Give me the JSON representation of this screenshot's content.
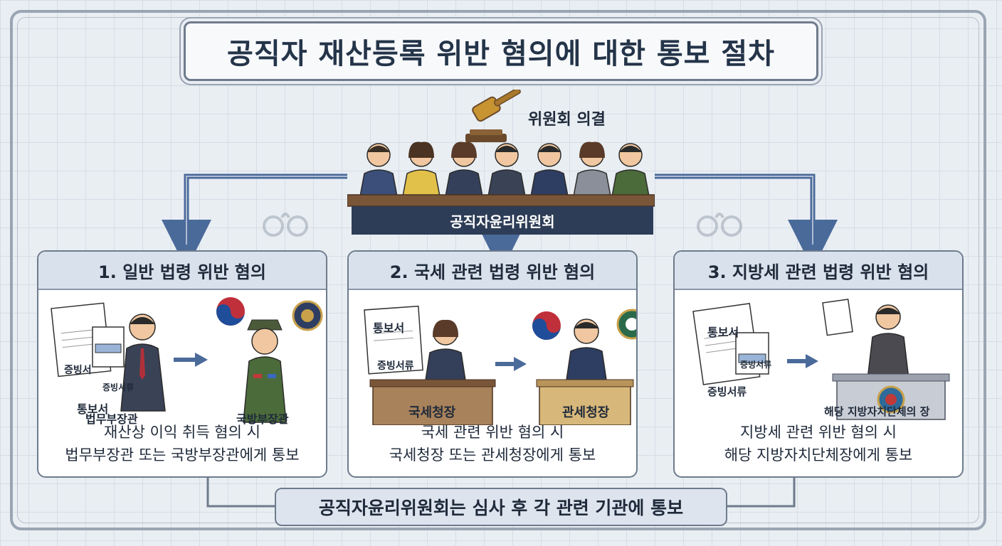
{
  "title": "공직자 재산등록 위반 혐의에 대한 통보 절차",
  "decision": {
    "label": "위원회 의결",
    "committee": "공직자윤리위원회"
  },
  "panels": [
    {
      "heading": "1. 일반 법령 위반 혐의",
      "doc_title": "통보서",
      "doc_sub": "증빙서",
      "doc_tag": "증빙서류",
      "from_label": "법무부장관",
      "to_label": "국방부장관",
      "caption_line1": "재산상 이익 취득 혐의 시",
      "caption_line2": "법무부장관 또는 국방부장관에게 통보"
    },
    {
      "heading": "2. 국세 관련 법령 위반 혐의",
      "doc_title": "통보서",
      "doc_sub": "증빙서류",
      "desk1_plate": "국세청장",
      "desk2_plate": "관세청장",
      "from_label": "국세청장",
      "to_label": "관세청장",
      "caption_line1": "국세 관련 위반 혐의 시",
      "caption_line2": "국세청장 또는 관세청장에게 통보"
    },
    {
      "heading": "3. 지방세 관련 법령 위반 혐의",
      "doc_title": "통보서",
      "doc_sub": "증빙서류",
      "doc_tag": "증빙서류",
      "to_label": "해당 지방자치단체의 장",
      "caption_line1": "지방세 관련 위반 혐의 시",
      "caption_line2": "해당 지방자치단체장에게 통보"
    }
  ],
  "footer": "공직자윤리위원회는 심사 후 각 관련 기관에 통보",
  "colors": {
    "navy": "#2e3d57",
    "arrow": "#4a6a9a",
    "panel_head": "#d9e1ec",
    "frame": "#6e7b8c"
  },
  "icons": [
    "gavel-icon",
    "handcuffs-icon",
    "document-icon",
    "arrow-right-icon",
    "emblem-icon",
    "taegeuk-icon"
  ]
}
